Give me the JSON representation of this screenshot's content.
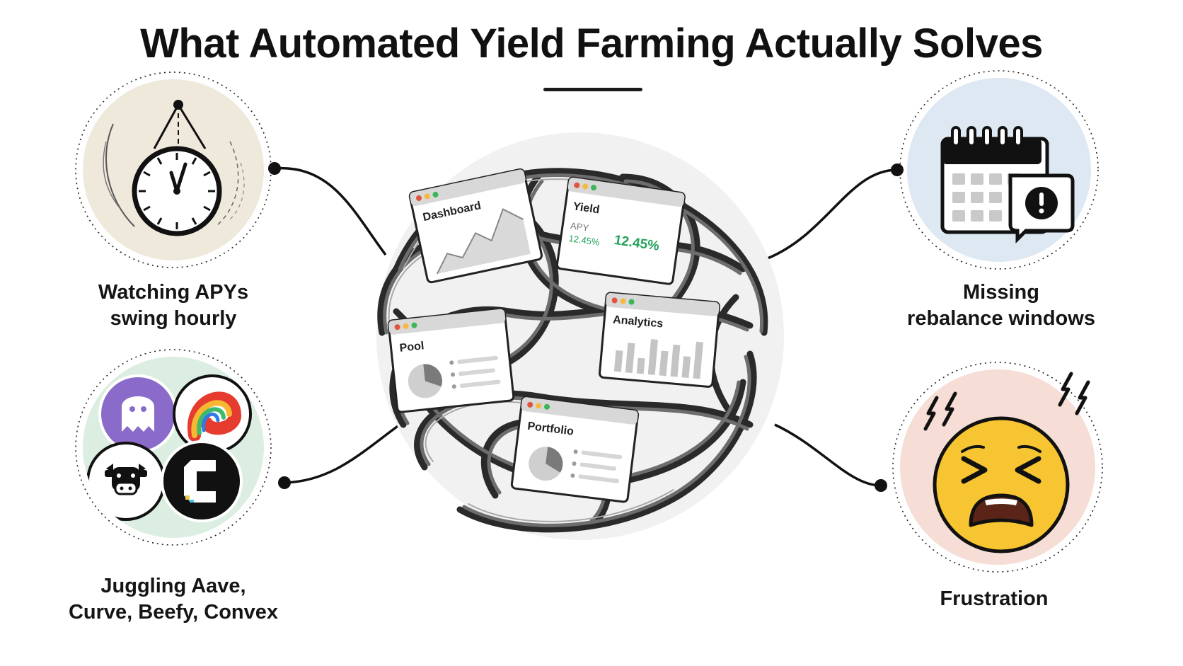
{
  "title": "What Automated Yield Farming Actually Solves",
  "pain_points": [
    {
      "id": "apy",
      "icon": "clock-pendulum-icon",
      "lines": [
        "Watching APYs",
        "swing hourly"
      ]
    },
    {
      "id": "protocols",
      "icon": "protocol-logos-icon",
      "lines": [
        "Juggling Aave,",
        "Curve, Beefy, Convex"
      ]
    },
    {
      "id": "rebalance",
      "icon": "calendar-alert-icon",
      "lines": [
        "Missing",
        "rebalance windows"
      ]
    },
    {
      "id": "frustration",
      "icon": "frustrated-face-icon",
      "lines": [
        "Frustration"
      ]
    }
  ],
  "windows": {
    "dashboard": {
      "title": "Dashboard"
    },
    "yield": {
      "title": "Yield",
      "apy_label": "APY",
      "apy_small": "12.45%",
      "apy_big": "12.45%"
    },
    "pool": {
      "title": "Pool"
    },
    "analytics": {
      "title": "Analytics"
    },
    "portfolio": {
      "title": "Portfolio"
    }
  },
  "colors": {
    "ink": "#151515",
    "apy_green": "#22a35a",
    "bubble_apy": "#efe9dc",
    "bubble_protocols": "#dceee2",
    "bubble_rebalance": "#dde8f3",
    "bubble_frustration": "#f6ddd6",
    "emoji_yellow": "#f7c531"
  }
}
